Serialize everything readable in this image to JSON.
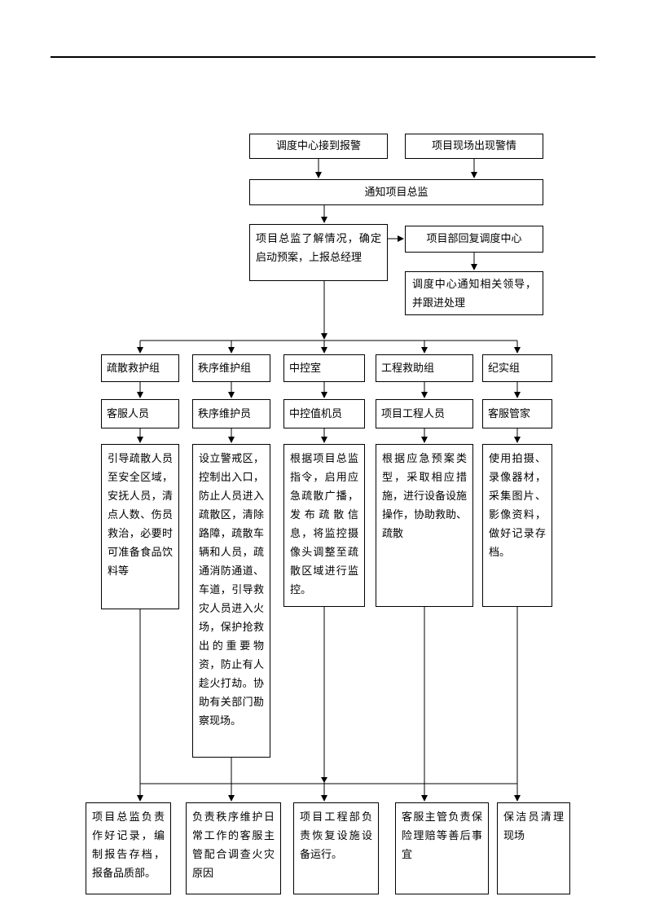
{
  "colors": {
    "ink": "#000000",
    "paper": "#ffffff"
  },
  "flow": {
    "alarm_received": "调度中心接到报警",
    "site_alert": "项目现场出现警情",
    "notify_director": "通知项目总监",
    "director_assess": "项目总监了解情况，确定启动预案，上报总经理",
    "reply_dispatch": "项目部回复调度中心",
    "dispatch_followup": "调度中心通知相关领导，并跟进处理"
  },
  "groups": [
    {
      "name": "疏散救护组",
      "role": "客服人员",
      "duty": "引导疏散人员至安全区域，安抚人员，清点人数、伤员救治，必要时可准备食品饮料等"
    },
    {
      "name": "秩序维护组",
      "role": "秩序维护员",
      "duty": "设立警戒区，控制出入口，防止人员进入疏散区，清除路障，疏散车辆和人员，疏通消防通道、车道，引导救灾人员进入火场，保护抢救出的重要物资，防止有人趁火打劫。协助有关部门勘察现场。"
    },
    {
      "name": "中控室",
      "role": "中控值机员",
      "duty": "根据项目总监指令，启用应急疏散广播，发布疏散信息，将监控摄像头调整至疏散区域进行监控。"
    },
    {
      "name": "工程救助组",
      "role": "项目工程人员",
      "duty": "根据应急预案类型，采取相应措施，进行设备设施操作，协助救助、疏散"
    },
    {
      "name": "纪实组",
      "role": "客服管家",
      "duty": "使用拍摄、录像器材，采集图片、影像资料，做好记录存档。"
    }
  ],
  "followups": [
    "项目总监负责作好记录，编制报告存档，报备品质部。",
    "负责秩序维护日常工作的客服主管配合调查火灾原因",
    "项目工程部负责恢复设施设备运行。",
    "客服主管负责保险理赔等善后事宜",
    "保洁员清理现场"
  ]
}
